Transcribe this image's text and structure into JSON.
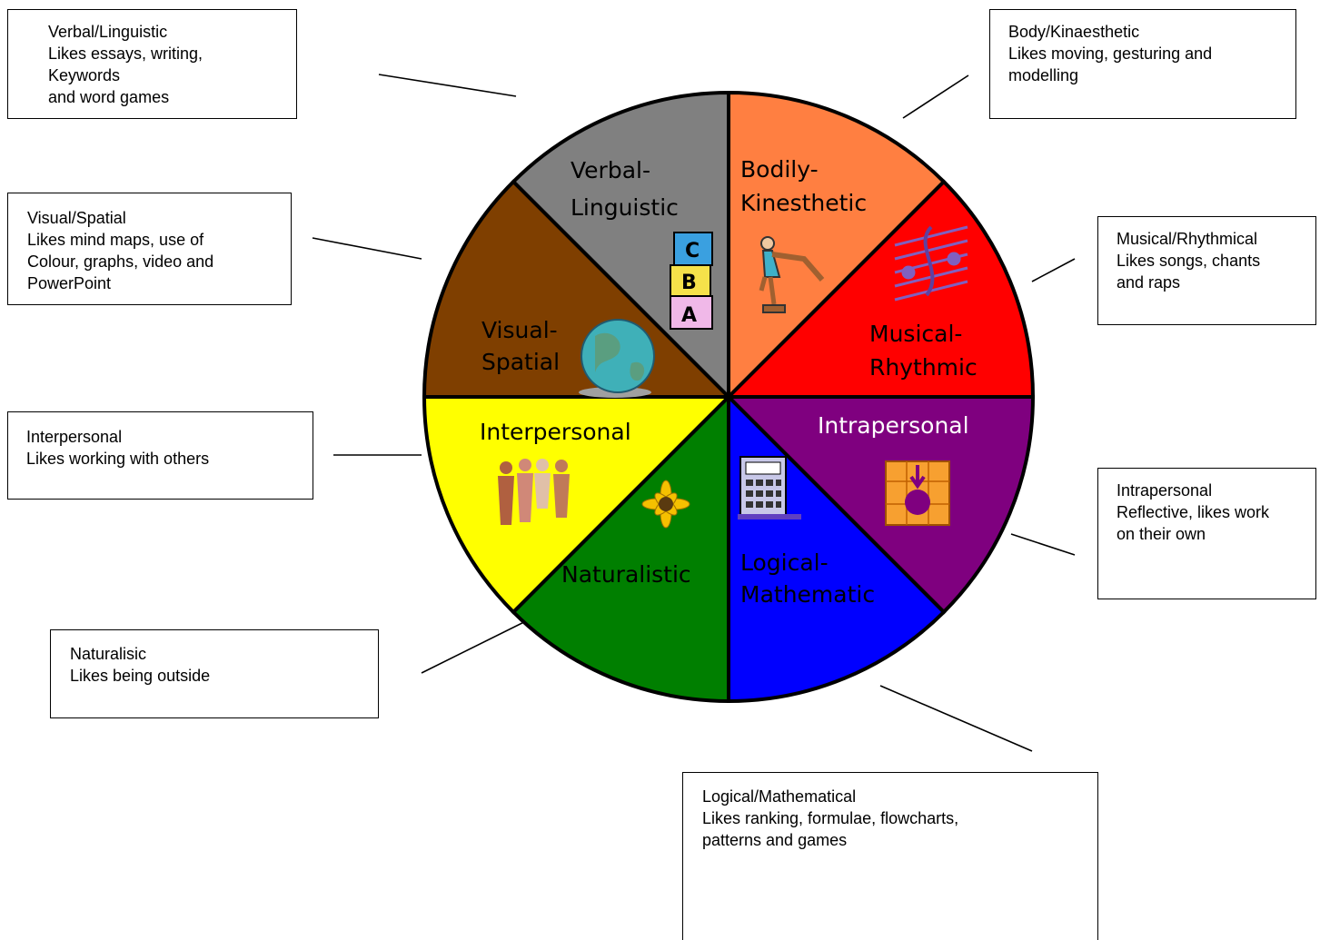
{
  "colors": {
    "verbal": "#808080",
    "bodily": "#FF7F41",
    "musical": "#FF0000",
    "intrapersonal": "#7F007F",
    "logical": "#0000FF",
    "naturalistic": "#007F00",
    "interpersonal": "#FFFF00",
    "visual": "#7F3F00"
  },
  "wheel": {
    "verbal": {
      "line1": "Verbal-",
      "line2": "Linguistic",
      "icon": "abc-blocks-icon"
    },
    "bodily": {
      "line1": "Bodily-",
      "line2": "Kinesthetic",
      "icon": "gymnast-icon"
    },
    "musical": {
      "line1": "Musical-",
      "line2": "Rhythmic",
      "icon": "music-staff-icon"
    },
    "intrapersonal": {
      "line1": "Intrapersonal",
      "icon": "reflection-icon"
    },
    "logical": {
      "line1": "Logical-",
      "line2": "Mathematic",
      "icon": "calculator-icon"
    },
    "naturalistic": {
      "line1": "Naturalistic",
      "icon": "sunflower-icon"
    },
    "interpersonal": {
      "line1": "Interpersonal",
      "icon": "people-group-icon"
    },
    "visual": {
      "line1": "Visual-",
      "line2": "Spatial",
      "icon": "globe-icon"
    }
  },
  "boxes": {
    "verbal": [
      "Verbal/Linguistic",
      "Likes essays, writing,",
      "Keywords",
      "and word games"
    ],
    "body": [
      "Body/Kinaesthetic",
      "Likes moving, gesturing and",
      "modelling"
    ],
    "visual": [
      "Visual/Spatial",
      "Likes mind maps, use of",
      "Colour, graphs, video and",
      "PowerPoint"
    ],
    "musical": [
      "Musical/Rhythmical",
      "Likes songs, chants",
      "and raps"
    ],
    "interpersonal": [
      "Interpersonal",
      "Likes working with others"
    ],
    "intrapersonal": [
      "Intrapersonal",
      "Reflective, likes work",
      "on their own"
    ],
    "naturalistic": [
      "Naturalisic",
      "Likes being outside"
    ],
    "logical": [
      "Logical/Mathematical",
      "Likes ranking, formulae, flowcharts,",
      "patterns and games"
    ]
  }
}
